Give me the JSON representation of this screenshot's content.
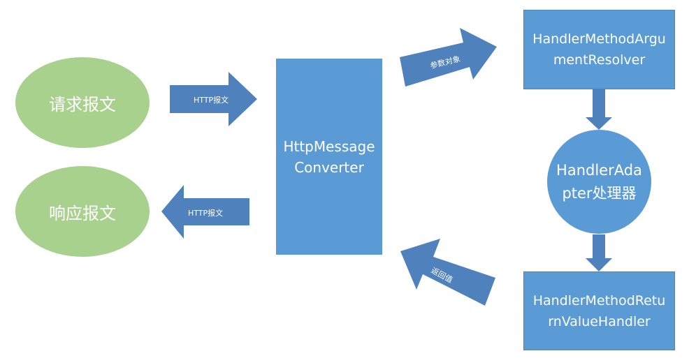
{
  "nodes": {
    "request": "请求报文",
    "response": "响应报文",
    "converter_line1": "HttpMessage",
    "converter_line2": "Converter",
    "arg_resolver_line1": "HandlerMethodArgu",
    "arg_resolver_line2": "mentResolver",
    "adapter_line1": "HandlerAda",
    "adapter_line2": "pter处理器",
    "return_handler_line1": "HandlerMethodRetu",
    "return_handler_line2": "rnValueHandler"
  },
  "arrows": {
    "http_in": "HTTP报文",
    "http_out": "HTTP报文",
    "param_object": "参数对象",
    "return_value": "返回值"
  },
  "colors": {
    "ellipse": "#a9d18e",
    "box": "#5b9bd5",
    "arrow": "#4f81bd"
  }
}
